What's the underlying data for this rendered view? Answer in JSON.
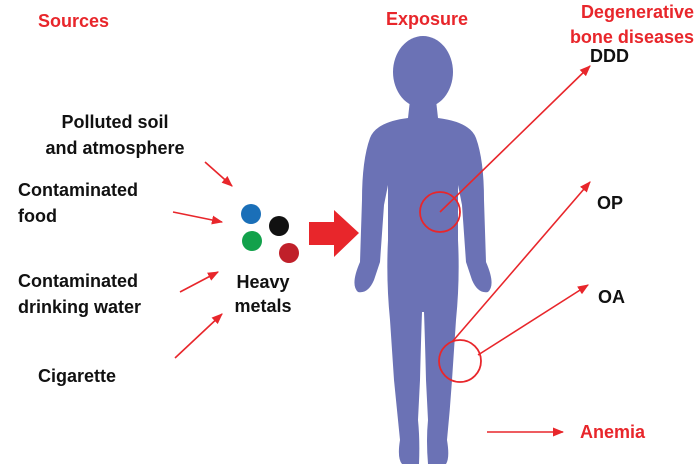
{
  "headings": {
    "sources": "Sources",
    "exposure": "Exposure",
    "diseases_line1": "Degenerative",
    "diseases_line2": "bone diseases"
  },
  "sources": [
    {
      "line1": "Polluted soil",
      "line2": "and atmosphere"
    },
    {
      "line1": "Contaminated",
      "line2": "food"
    },
    {
      "line1": "Contaminated",
      "line2": "drinking water"
    },
    {
      "line1": "Cigarette",
      "line2": ""
    }
  ],
  "metals": {
    "line1": "Heavy",
    "line2": "metals"
  },
  "diseases": {
    "ddd": "DDD",
    "op": "OP",
    "oa": "OA",
    "anemia": "Anemia"
  },
  "colors": {
    "accent": "#e8262b",
    "body": "#6b72b5",
    "dots": [
      "#1a6fb8",
      "#111111",
      "#12a14b",
      "#c0202a"
    ]
  }
}
